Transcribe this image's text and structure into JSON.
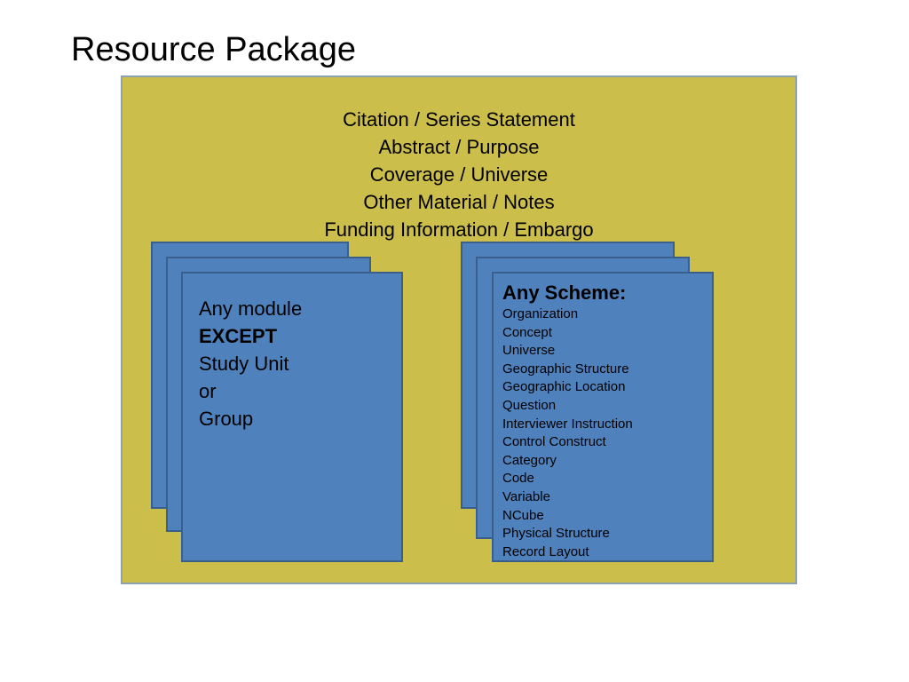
{
  "title": "Resource Package",
  "colors": {
    "package_fill": "#ccbe4a",
    "package_border": "#8ea1b0",
    "module_fill": "#4f81bd",
    "module_border": "#3a5f8d"
  },
  "package": {
    "metadata_lines": [
      "Citation / Series Statement",
      "Abstract / Purpose",
      "Coverage / Universe",
      "Other Material / Notes",
      "Funding Information / Embargo"
    ]
  },
  "modules_stack": {
    "line1": "Any module",
    "line2": "EXCEPT",
    "line3": "Study Unit",
    "line4": "or",
    "line5": "Group"
  },
  "schemes_stack": {
    "heading": "Any Scheme:",
    "items": [
      "Organization",
      "Concept",
      "Universe",
      "Geographic Structure",
      "Geographic Location",
      "Question",
      "Interviewer Instruction",
      "Control Construct",
      "Category",
      "Code",
      "Variable",
      "NCube",
      "Physical Structure",
      "Record Layout"
    ]
  }
}
